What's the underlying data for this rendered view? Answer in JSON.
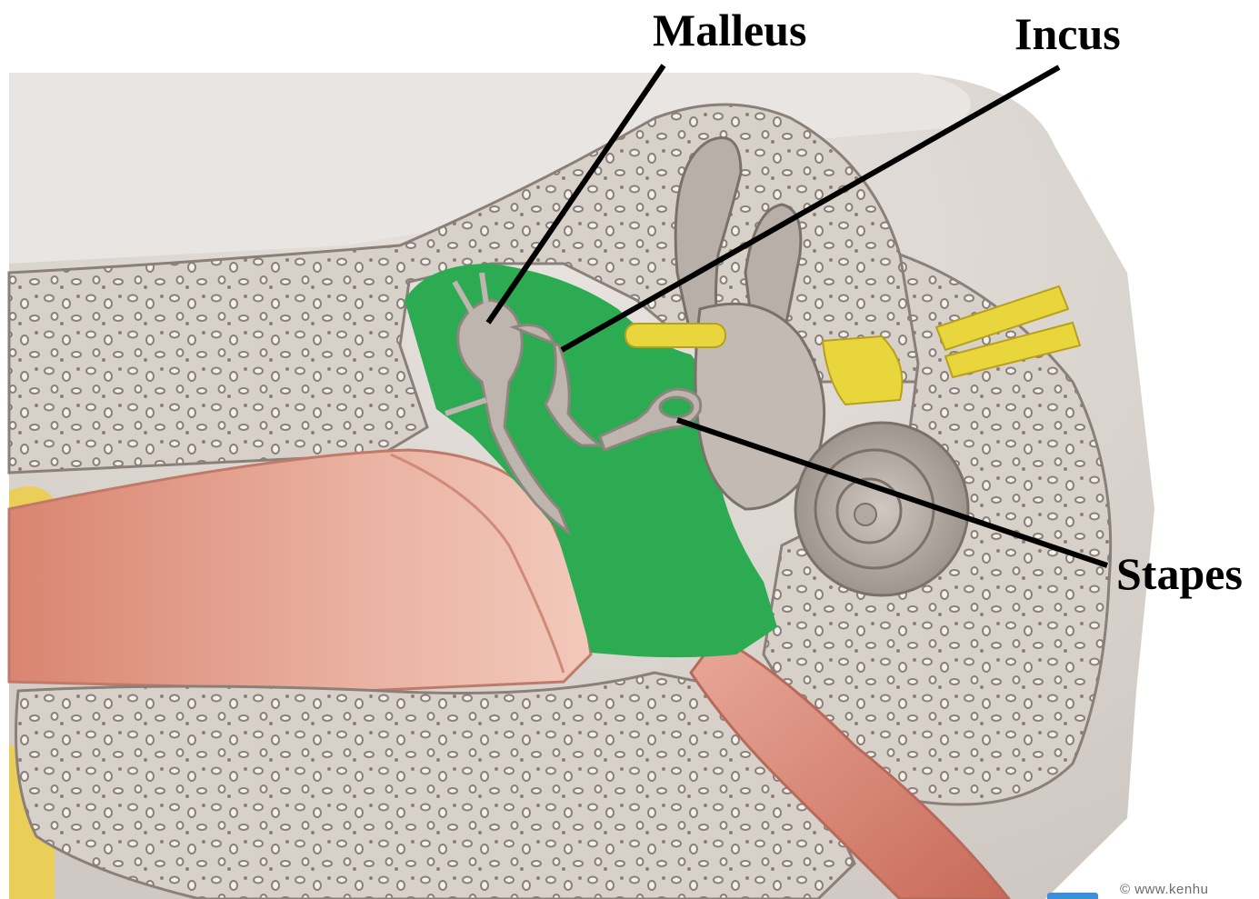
{
  "labels": {
    "malleus": "Malleus",
    "incus": "Incus",
    "stapes": "Stapes"
  },
  "credit": "© www.kenhu",
  "colors": {
    "tympanic_cavity": "#2cab52",
    "bone": "#d6cfc8",
    "ossicle": "#bdb5ae",
    "canal": "#e4a08e",
    "nerve": "#e8d63c",
    "leader_line": "#000000"
  }
}
